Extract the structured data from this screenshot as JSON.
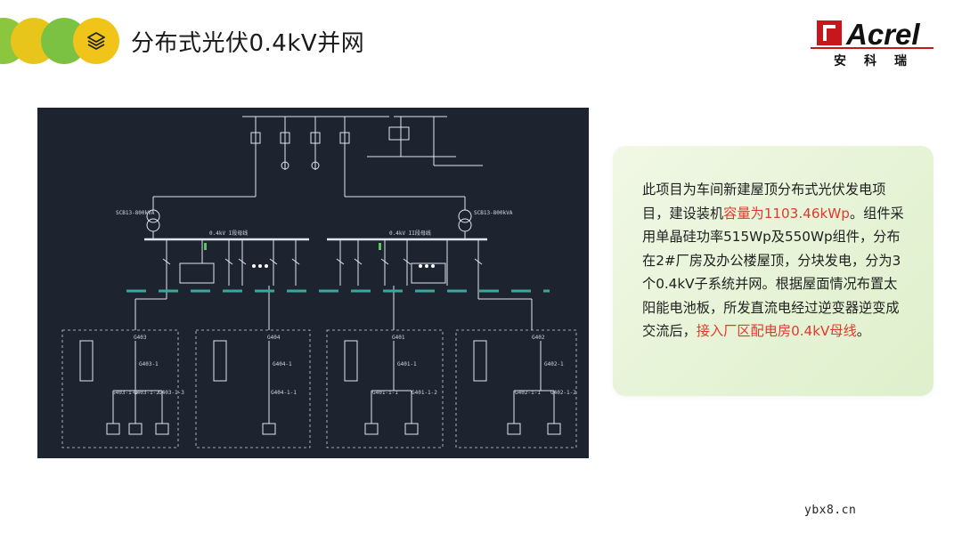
{
  "header": {
    "title": "分布式光伏0.4kV并网",
    "layers_icon": "layers-icon"
  },
  "logo": {
    "brand": "Acrel",
    "brand_cn": "安科瑞"
  },
  "diagram": {
    "busbar_left_label": "0.4kV I段母线",
    "busbar_right_label": "0.4kV II段母线",
    "transformer_left": "SCB13-800kVA",
    "transformer_right": "SCB13-800kVA",
    "cabinets": [
      {
        "id": "G403",
        "tag": "G403-1",
        "branches": [
          "G403-1-1",
          "G403-1-2",
          "G403-1-3"
        ]
      },
      {
        "id": "G404",
        "tag": "G404-1",
        "branches": [
          "G404-1-1"
        ]
      },
      {
        "id": "G401",
        "tag": "G401-1",
        "branches": [
          "G401-1-1",
          "G401-1-2"
        ]
      },
      {
        "id": "G402",
        "tag": "G402-1",
        "branches": [
          "G402-1-1",
          "G402-1-2"
        ]
      }
    ]
  },
  "card": {
    "text_1": "此项目为车间新建屋顶分布式光伏发电项目，建设装机",
    "highlight_1": "容量为1103.46kWp",
    "text_2": "。组件采用单晶硅功率515Wp及550Wp组件，分布在2#厂房及办公楼屋顶，分块发电，分为3个0.4kV子系统并网。根据屋面情况布置太阳能电池板，所发直流电经过逆变器逆变成交流后，",
    "highlight_2": "接入厂区配电房0.4kV母线",
    "text_3": "。"
  },
  "footer": {
    "watermark": "ybx8.cn"
  },
  "colors": {
    "accent_green": "#8cc63f",
    "accent_yellow": "#f0c419",
    "highlight_red": "#e03a2c",
    "brand_red": "#c8161d",
    "diagram_bg": "#1d2430"
  }
}
